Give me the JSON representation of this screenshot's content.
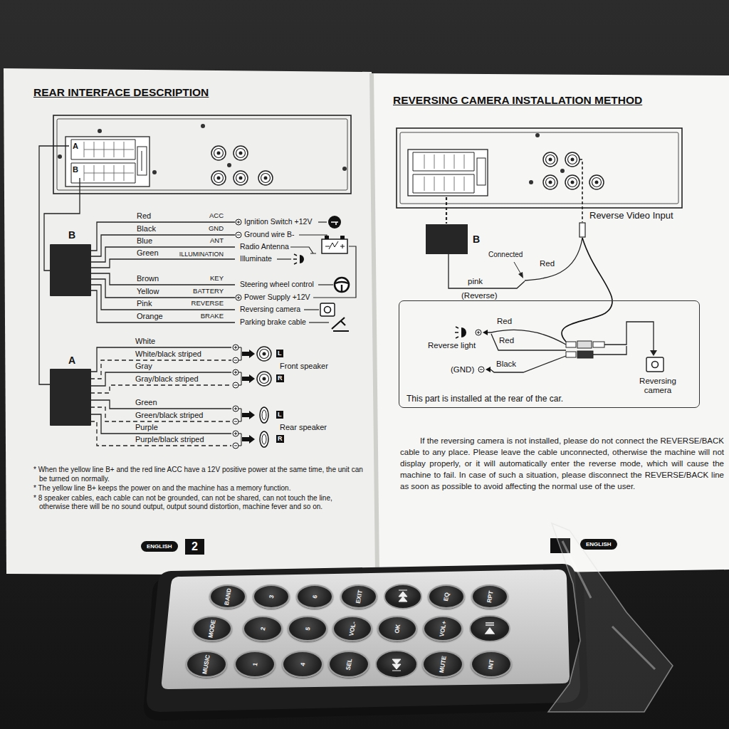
{
  "diagram": {
    "title": "REAR INTERFACE DESCRIPTION",
    "nodes": [
      {
        "text": [
          "B"
        ]
      },
      {
        "text": [
          "A"
        ]
      },
      {
        "text": [
          "ENGLISH"
        ]
      },
      {
        "text": [
          "2"
        ]
      },
      {
        "text": [
          "B"
        ]
      },
      {
        "text": [
          "This part is installed at the rear of the car."
        ]
      },
      {
        "text": [
          "ENGLISH"
        ]
      },
      {
        "text": [
          "BAND"
        ]
      },
      {
        "text": [
          "3"
        ]
      },
      {
        "text": [
          "6"
        ]
      },
      {
        "text": [
          "EXIT"
        ]
      },
      {
        "text": [
          "EQ"
        ]
      },
      {
        "text": [
          "RPT"
        ]
      },
      {
        "text": [
          "MODE"
        ]
      },
      {
        "text": [
          "2"
        ]
      },
      {
        "text": [
          "5"
        ]
      },
      {
        "text": [
          "VOL-"
        ]
      },
      {
        "text": [
          "OK"
        ]
      },
      {
        "text": [
          "VOL+"
        ]
      },
      {
        "text": [
          "MUSIC"
        ]
      },
      {
        "text": [
          "1"
        ]
      },
      {
        "text": [
          "4"
        ]
      },
      {
        "text": [
          "SEL"
        ]
      },
      {
        "text": [
          "MUTE"
        ]
      },
      {
        "text": [
          "INT"
        ]
      }
    ],
    "labels": [
      "REVERSING CAMERA INSTALLATION METHOD",
      "A",
      "B",
      "Red",
      "ACC",
      "Black",
      "GND",
      "Blue",
      "ANT",
      "Green",
      "ILLUMINATION",
      "Brown",
      "KEY",
      "Yellow",
      "BATTERY",
      "Pink",
      "REVERSE",
      "Orange",
      "BRAKE",
      "Ignition Switch +12V",
      "Ground wire B-",
      "Radio Antenna",
      "Illuminate",
      "Steering wheel control",
      "Power Supply +12V",
      "Reversing camera",
      "Parking brake cable",
      "White",
      "White/black striped",
      "Gray",
      "Gray/black striped",
      "Green",
      "Green/black striped",
      "Purple",
      "Purple/black striped",
      "L",
      "Front speaker",
      "R",
      "L",
      "Rear speaker",
      "R",
      "* When the yellow line B+ and the red line ACC have a 12V positive power at the same time, the unit can be turned on normally.",
      "* The yellow line B+ keeps the power on and the machine has a memory function.",
      "* 8 speaker cables, each cable can not be grounded, can not be shared, can not touch the line, otherwise there will be no sound output, output sound distortion, machine fever and so on.",
      "Reverse Video Input",
      "Connected",
      "Red",
      "pink",
      "(Reverse)",
      "Red",
      "Red",
      "Reverse light",
      "Black",
      "(GND)",
      "Reversing camera",
      "If the reversing camera is not installed, please do not connect the REVERSE/BACK cable to any place. Please leave the cable unconnected, otherwise the machine will not display properly, or it will automatically enter the reverse mode, which will cause the machine to fail. In case of such a situation, please disconnect the REVERSE/BACK line as soon as possible to avoid affecting the normal use of the user."
    ]
  }
}
